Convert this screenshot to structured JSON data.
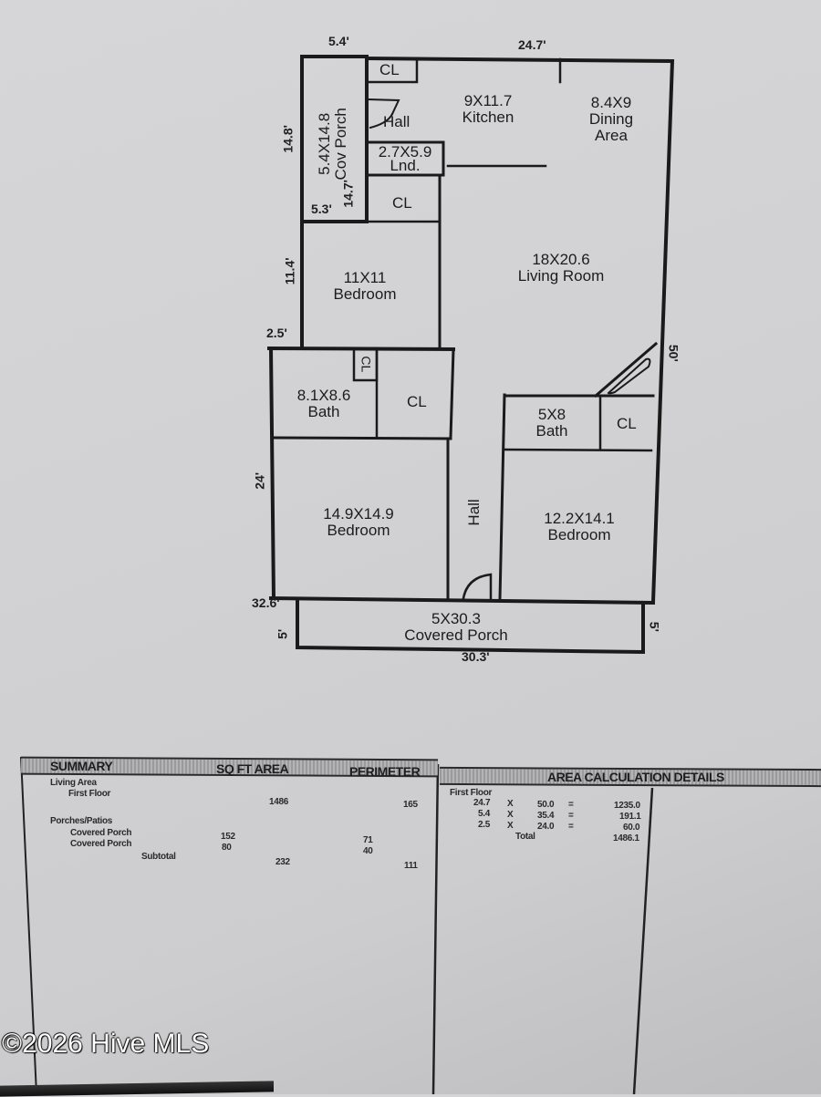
{
  "floor_plan": {
    "top_dimensions": {
      "porch_width": "5.4'",
      "main_width": "24.7'"
    },
    "side_dimensions": {
      "porch_height": "14.8'",
      "porch_inner_height": "14.7'",
      "porch_inner_width": "5.3'",
      "bedroom_wall": "11.4'",
      "offset": "2.5'",
      "lower_left": "24'",
      "right_length": "50'",
      "bottom_left": "32.6'",
      "porch_left": "5'",
      "porch_right": "5'",
      "porch_bottom": "30.3'"
    },
    "rooms": {
      "cov_porch": {
        "size": "5.4X14.8",
        "name": "Cov Porch"
      },
      "closet_top": {
        "name": "CL"
      },
      "hall_top": {
        "name": "Hall"
      },
      "laundry": {
        "size": "2.7X5.9",
        "name": "Lnd."
      },
      "closet_mid": {
        "name": "CL"
      },
      "kitchen": {
        "size": "9X11.7",
        "name": "Kitchen"
      },
      "dining": {
        "size": "8.4X9",
        "name": "Dining",
        "name2": "Area"
      },
      "living": {
        "size": "18X20.6",
        "name": "Living Room"
      },
      "bedroom1": {
        "size": "11X11",
        "name": "Bedroom"
      },
      "bath1": {
        "size": "8.1X8.6",
        "name": "Bath"
      },
      "closet_bath1_small": {
        "name": "CL"
      },
      "closet_bath1": {
        "name": "CL"
      },
      "bath2": {
        "size": "5X8",
        "name": "Bath"
      },
      "closet_bath2": {
        "name": "CL"
      },
      "bedroom2": {
        "size": "14.9X14.9",
        "name": "Bedroom"
      },
      "hall_main": {
        "name": "Hall"
      },
      "bedroom3": {
        "size": "12.2X14.1",
        "name": "Bedroom"
      },
      "covered_porch": {
        "size": "5X30.3",
        "name": "Covered Porch"
      }
    }
  },
  "summary": {
    "headers": {
      "summary": "SUMMARY",
      "sq_ft_area": "SQ FT AREA",
      "perimeter": "PERIMETER",
      "area_calc": "AREA CALCULATION DETAILS"
    },
    "living_area": {
      "label": "Living Area",
      "first_floor": {
        "label": "First Floor",
        "area": "1486",
        "perimeter": "165"
      }
    },
    "porches": {
      "label": "Porches/Patios",
      "rows": [
        {
          "label": "Covered Porch",
          "area": "152",
          "perimeter": "71"
        },
        {
          "label": "Covered Porch",
          "area": "80",
          "perimeter": "40"
        }
      ],
      "subtotal": {
        "label": "Subtotal",
        "area": "232",
        "perimeter": "111"
      }
    }
  },
  "area_calculation": {
    "floor_label": "First Floor",
    "rows": [
      {
        "a": "24.7",
        "op": "X",
        "b": "50.0",
        "eq": "=",
        "result": "1235.0"
      },
      {
        "a": "5.4",
        "op": "X",
        "b": "35.4",
        "eq": "=",
        "result": "191.1"
      },
      {
        "a": "2.5",
        "op": "X",
        "b": "24.0",
        "eq": "=",
        "result": "60.0"
      }
    ],
    "total_label": "Total",
    "total": "1486.1"
  },
  "watermark": "©2026 Hive MLS"
}
